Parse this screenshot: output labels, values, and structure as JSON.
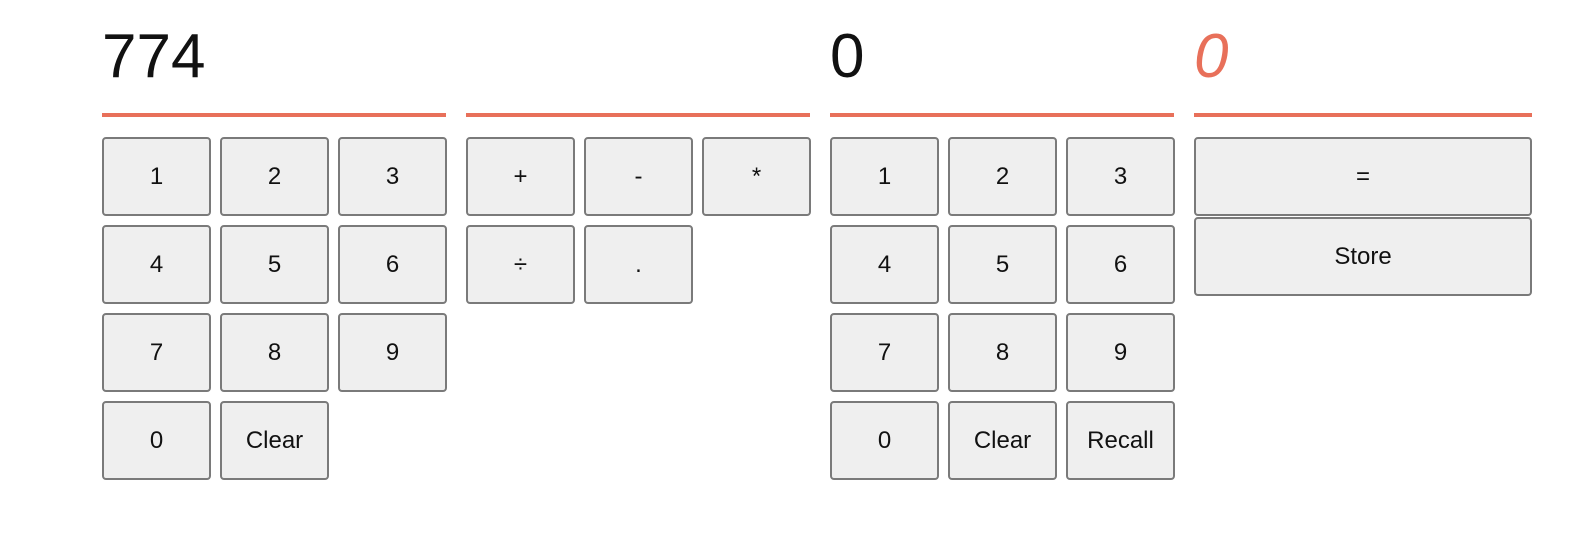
{
  "operand1": {
    "display": "774",
    "keys": [
      "1",
      "2",
      "3",
      "4",
      "5",
      "6",
      "7",
      "8",
      "9",
      "0",
      "Clear"
    ]
  },
  "operators": {
    "display": "",
    "keys": [
      "+",
      "-",
      "*",
      "÷",
      "."
    ]
  },
  "operand2": {
    "display": "0",
    "keys": [
      "1",
      "2",
      "3",
      "4",
      "5",
      "6",
      "7",
      "8",
      "9",
      "0",
      "Clear",
      "Recall"
    ]
  },
  "result": {
    "display": "0",
    "equals_label": "=",
    "store_label": "Store"
  },
  "colors": {
    "accent": "#e8705a",
    "button_bg": "#efefef",
    "button_border": "#7a7a7a",
    "text": "#111111"
  }
}
